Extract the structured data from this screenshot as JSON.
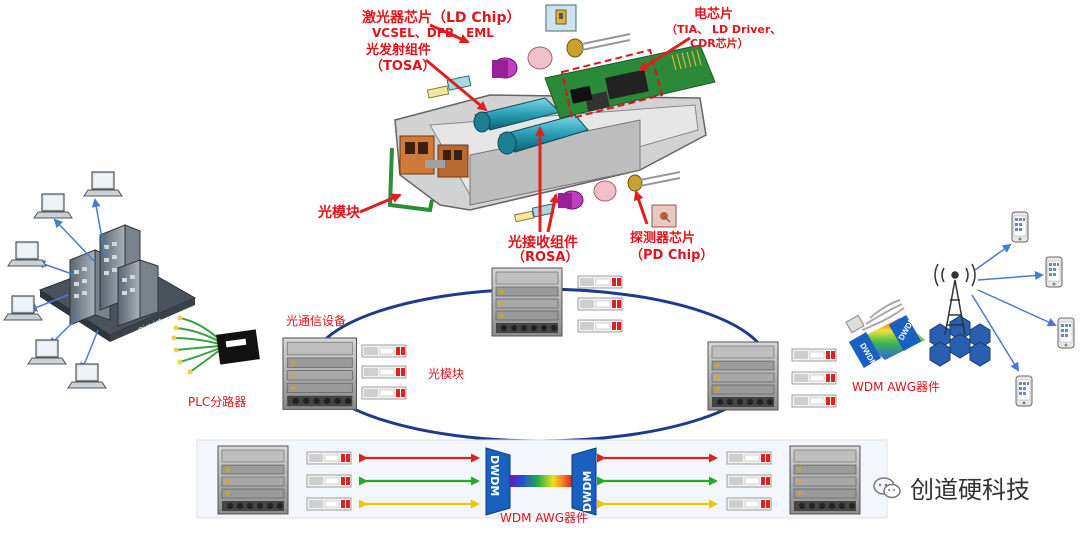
{
  "labels": {
    "ld_chip": "激光器芯片（LD Chip）",
    "ld_types": "VCSEL、DFB、EML",
    "tosa": "光发射组件",
    "tosa_abbr": "（TOSA）",
    "ic_chip": "电芯片",
    "ic_types_1": "（TIA、 LD Driver、",
    "ic_types_2": "CDR芯片）",
    "module_top": "光模块",
    "rosa": "光接收组件",
    "rosa_abbr": "（ROSA）",
    "pd_chip": "探测器芯片",
    "pd_chip_abbr": "（PD Chip）",
    "telecom_equipment": "光通信设备",
    "module_ring": "光模块",
    "plc_splitter": "PLC分路器",
    "wdm_right": "WDM AWG器件",
    "wdm_bottom": "WDM AWG器件",
    "district": "District",
    "dwdm_left": "DWDM",
    "dwdm_right": "DWDM",
    "dwdm_top": "DWDM",
    "dwdm_top2": "DWDM"
  },
  "watermark": "创道硬科技",
  "colors": {
    "label_red": "#e0141b",
    "ring_blue": "#1f3a8a",
    "arrow_red": "#e02020",
    "arrow_green": "#22aa22",
    "arrow_yellow": "#f0d000"
  },
  "icons": [
    "laptop-icon",
    "building-icon",
    "smartphone-icon",
    "cell-tower-icon",
    "router-chassis-icon",
    "sfp-transceiver-icon",
    "fiber-splitter-icon",
    "pcb-icon"
  ]
}
